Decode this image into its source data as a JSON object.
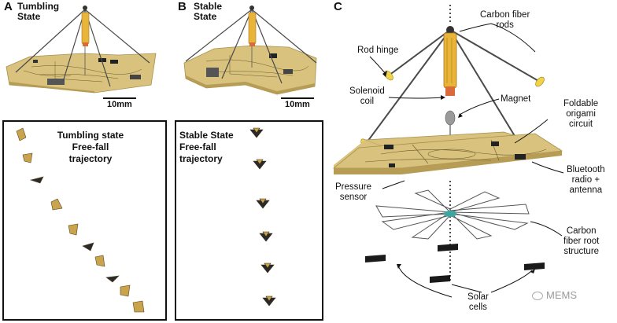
{
  "panel_a": {
    "letter": "A",
    "title_line1": "Tumbling",
    "title_line2": "State",
    "scale_label": "10mm",
    "trajectory_line1": "Tumbling state",
    "trajectory_line2": "Free-fall",
    "trajectory_line3": "trajectory"
  },
  "panel_b": {
    "letter": "B",
    "title_line1": "Stable",
    "title_line2": "State",
    "scale_label": "10mm",
    "trajectory_line1": "Stable State",
    "trajectory_line2": "Free-fall",
    "trajectory_line3": "trajectory"
  },
  "panel_c": {
    "letter": "C",
    "labels": {
      "carbon_fiber_rods_1": "Carbon fiber",
      "carbon_fiber_rods_2": "rods",
      "rod_hinge": "Rod hinge",
      "solenoid_1": "Solenoid",
      "solenoid_2": "coil",
      "magnet": "Magnet",
      "origami_1": "Foldable",
      "origami_2": "origami",
      "origami_3": "circuit",
      "pressure_1": "Pressure",
      "pressure_2": "sensor",
      "bluetooth_1": "Bluetooth",
      "bluetooth_2": "radio +",
      "bluetooth_3": "antenna",
      "root_1": "Carbon",
      "root_2": "fiber root",
      "root_3": "structure",
      "solar_1": "Solar",
      "solar_2": "cells"
    }
  },
  "watermark": "MEMS",
  "colors": {
    "board": "#d8c27e",
    "board_dark": "#b79c55",
    "rod": "#4a4a4a",
    "solenoid": "#e8b43a",
    "magnet": "#d96a3a",
    "hinge": "#f1d34a",
    "solar": "#1a1a1a"
  }
}
